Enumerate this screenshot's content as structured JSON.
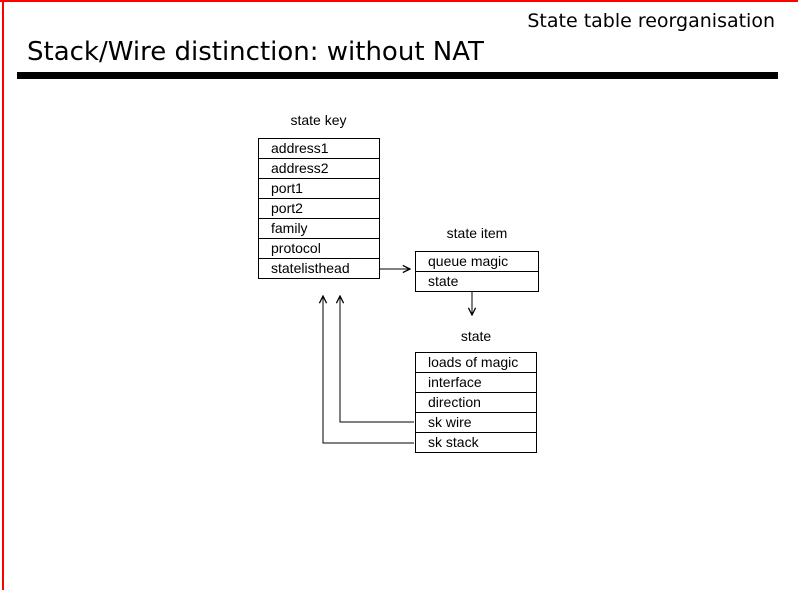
{
  "slide": {
    "header_right": "State table reorganisation",
    "title": "Stack/Wire distinction: without NAT"
  },
  "colors": {
    "accent_border": "#ff0000",
    "title_rule": "#000000",
    "diagram_line": "#000000"
  },
  "diagram": {
    "tables": [
      {
        "label": "state key",
        "rows": [
          "address1",
          "address2",
          "port1",
          "port2",
          "family",
          "protocol",
          "statelisthead"
        ]
      },
      {
        "label": "state item",
        "rows": [
          "queue magic",
          "state"
        ]
      },
      {
        "label": "state",
        "rows": [
          "loads of magic",
          "interface",
          "direction",
          "sk wire",
          "sk stack"
        ]
      }
    ],
    "connectors": [
      {
        "from": "statelisthead",
        "to": "state item",
        "arrow": "right"
      },
      {
        "from": "state item",
        "to": "state",
        "arrow": "down"
      },
      {
        "from": "sk wire",
        "to": "statelisthead",
        "arrow": "up"
      },
      {
        "from": "sk stack",
        "to": "statelisthead",
        "arrow": "up"
      }
    ]
  }
}
